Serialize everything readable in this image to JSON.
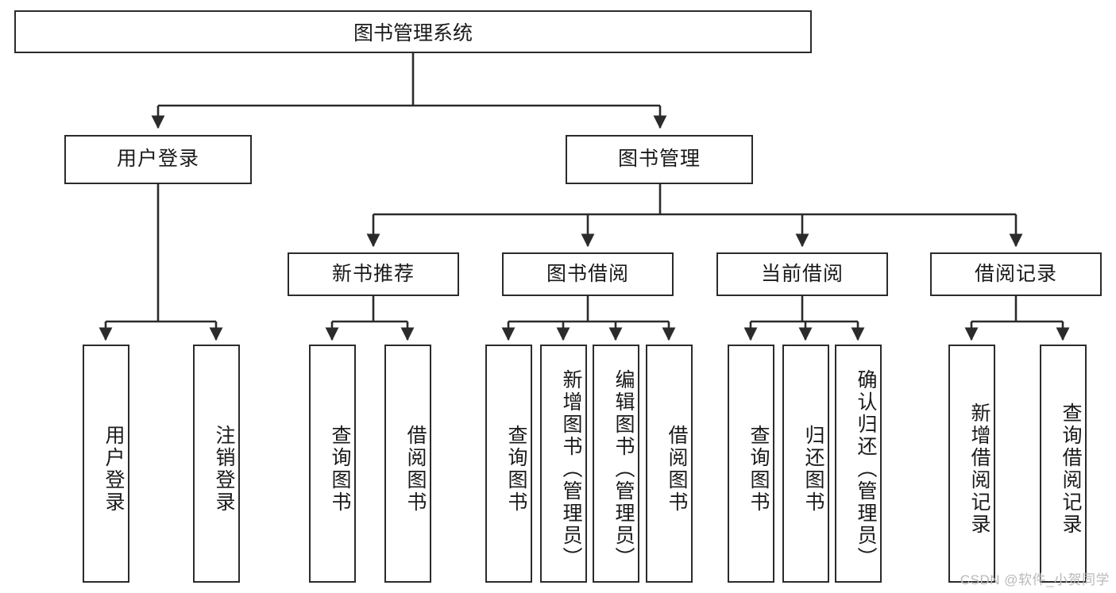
{
  "diagram": {
    "type": "tree-hierarchy",
    "title": "图书管理系统",
    "watermark": "CSDN @软件_小贺同学",
    "colors": {
      "stroke": "#2b2b2b",
      "fill": "#ffffff",
      "text": "#1a1a1a",
      "watermark": "#b9b9b9"
    },
    "nodes": {
      "root": {
        "label": "图书管理系统"
      },
      "level2": [
        {
          "id": "user-login",
          "label": "用户登录"
        },
        {
          "id": "book-manage",
          "label": "图书管理"
        }
      ],
      "level3": [
        {
          "id": "new-book-recommend",
          "label": "新书推荐"
        },
        {
          "id": "book-borrow",
          "label": "图书借阅"
        },
        {
          "id": "current-borrow",
          "label": "当前借阅"
        },
        {
          "id": "borrow-record",
          "label": "借阅记录"
        }
      ],
      "leaves": {
        "user-login": [
          {
            "id": "leaf-user-login",
            "label": "用户登录"
          },
          {
            "id": "leaf-logout",
            "label": "注销登录"
          }
        ],
        "new-book-recommend": [
          {
            "id": "leaf-query-book-1",
            "label": "查询图书"
          },
          {
            "id": "leaf-borrow-book-1",
            "label": "借阅图书"
          }
        ],
        "book-borrow": [
          {
            "id": "leaf-query-book-2",
            "label": "查询图书"
          },
          {
            "id": "leaf-add-book",
            "label": "新增图书（管理员）"
          },
          {
            "id": "leaf-edit-book",
            "label": "编辑图书（管理员）"
          },
          {
            "id": "leaf-borrow-book-2",
            "label": "借阅图书"
          }
        ],
        "current-borrow": [
          {
            "id": "leaf-query-book-3",
            "label": "查询图书"
          },
          {
            "id": "leaf-return-book",
            "label": "归还图书"
          },
          {
            "id": "leaf-confirm-return",
            "label": "确认归还（管理员）"
          }
        ],
        "borrow-record": [
          {
            "id": "leaf-add-record",
            "label": "新增借阅记录"
          },
          {
            "id": "leaf-query-record",
            "label": "查询借阅记录"
          }
        ]
      }
    }
  }
}
